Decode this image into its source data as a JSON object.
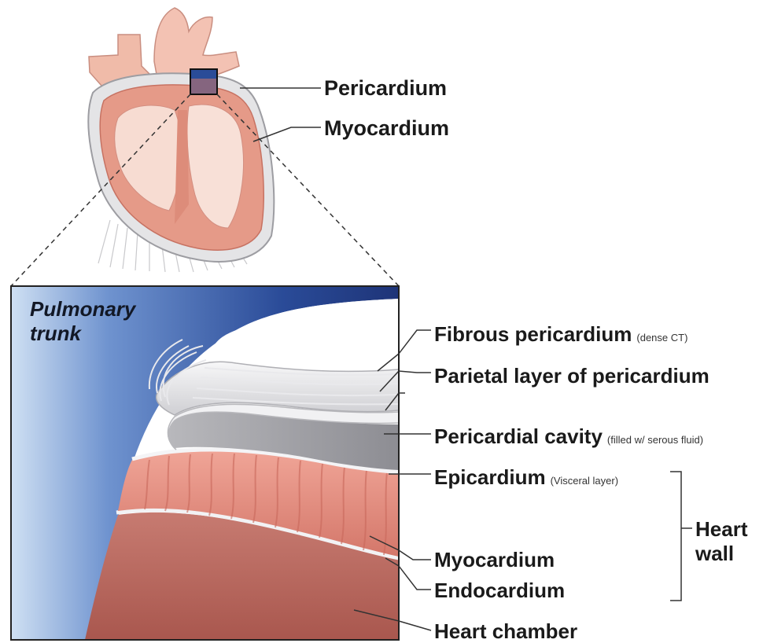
{
  "labels": {
    "pericardium": "Pericardium",
    "myocardium_top": "Myocardium",
    "pulmonary_trunk_line1": "Pulmonary",
    "pulmonary_trunk_line2": "trunk",
    "fibrous_pericardium": "Fibrous pericardium",
    "fibrous_note": "(dense CT)",
    "parietal_layer": "Parietal layer of pericardium",
    "pericardial_cavity": "Pericardial cavity",
    "pericardial_cavity_note": "(filled w/ serous fluid)",
    "epicardium": "Epicardium",
    "epicardium_note": "(Visceral layer)",
    "myocardium_bottom": "Myocardium",
    "endocardium": "Endocardium",
    "heart_chamber": "Heart chamber",
    "heart_wall_line1": "Heart",
    "heart_wall_line2": "wall"
  },
  "colors": {
    "pulmonary_trunk": "#2e4f9c",
    "pericardium_fibrous": "#e6e6e8",
    "pericardial_cavity": "#9a9aa0",
    "myocardium": "#e38a7d",
    "heart_chamber": "#b96a60",
    "leader_lines": "#333333"
  }
}
